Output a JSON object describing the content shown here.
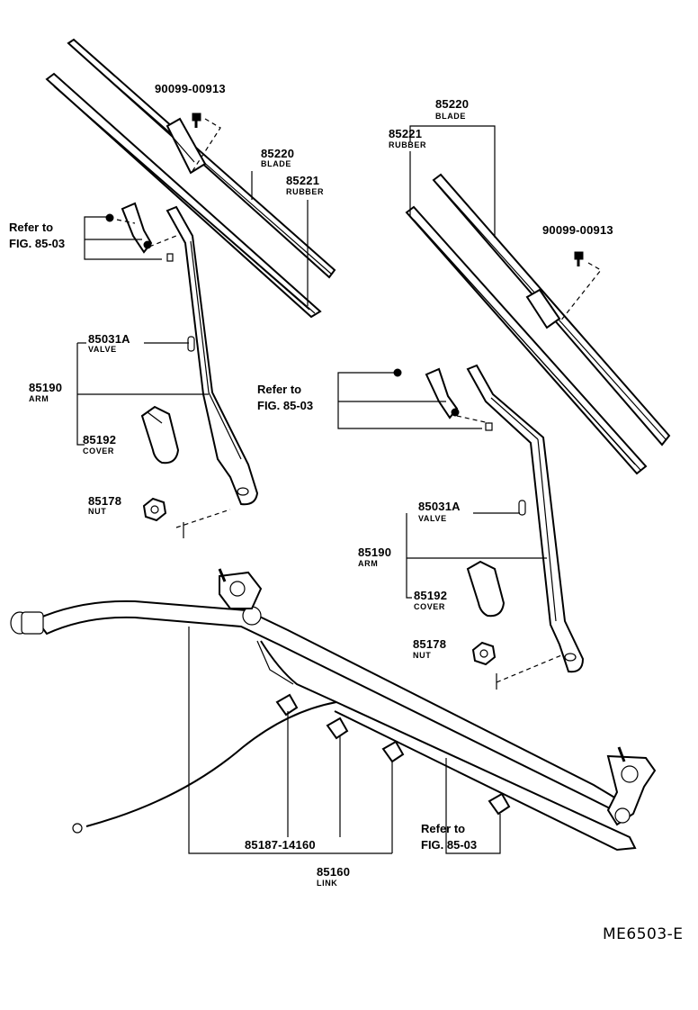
{
  "labels": {
    "bolt_left": "90099-00913",
    "blade_left_pn": "85220",
    "blade_left_nm": "BLADE",
    "rubber_left_pn": "85221",
    "rubber_left_nm": "RUBBER",
    "ref_left": "Refer to\nFIG. 85-03",
    "valve_left_pn": "85031A",
    "valve_left_nm": "VALVE",
    "arm_left_pn": "85190",
    "arm_left_nm": "ARM",
    "cover_left_pn": "85192",
    "cover_left_nm": "COVER",
    "nut_left_pn": "85178",
    "nut_left_nm": "NUT",
    "blade_right_pn": "85220",
    "blade_right_nm": "BLADE",
    "rubber_right_pn": "85221",
    "rubber_right_nm": "RUBBER",
    "bolt_right": "90099-00913",
    "ref_mid": "Refer to\nFIG. 85-03",
    "valve_right_pn": "85031A",
    "valve_right_nm": "VALVE",
    "arm_right_pn": "85190",
    "arm_right_nm": "ARM",
    "cover_right_pn": "85192",
    "cover_right_nm": "COVER",
    "nut_right_pn": "85178",
    "nut_right_nm": "NUT",
    "clip_pn": "85187-14160",
    "link_pn": "85160",
    "link_nm": "LINK",
    "ref_bottom": "Refer to\nFIG. 85-03"
  },
  "drawing_code": "ME6503-E"
}
